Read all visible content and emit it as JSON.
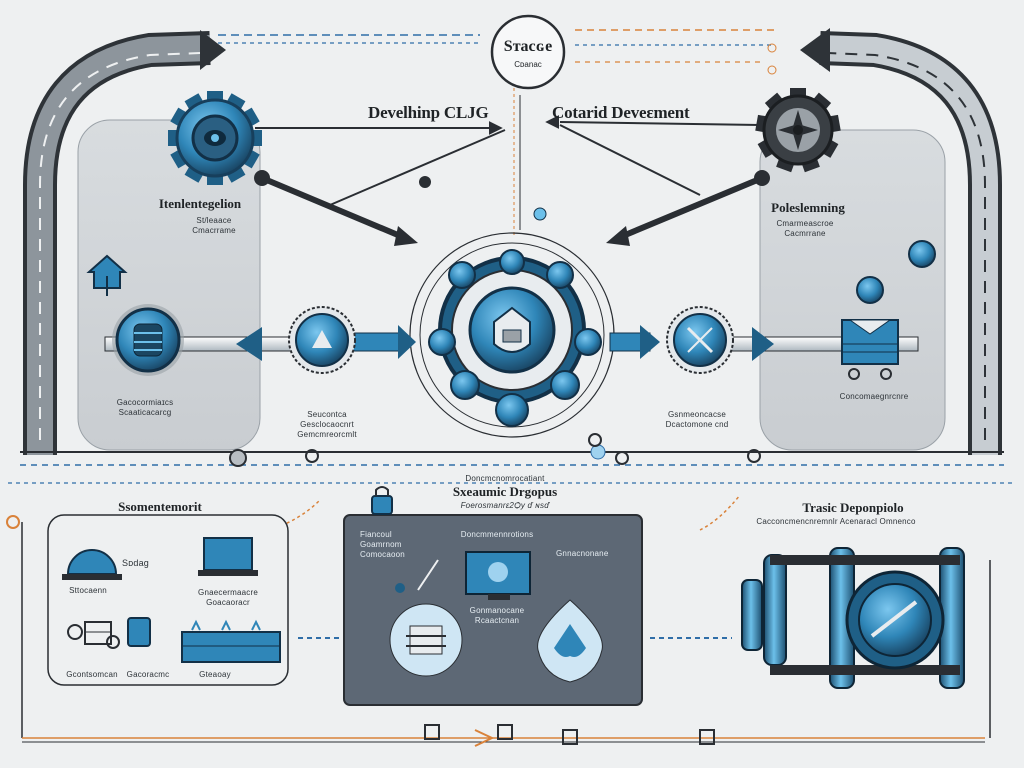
{
  "top": {
    "hub_title": "Sᴛacɢe",
    "hub_subtitle": "Cᴅanac",
    "left_heading": "Develhinp CLJG",
    "right_heading": "Cotarid Deveɛment"
  },
  "left_panel": {
    "title": "Itenlentegelion",
    "sub1": "St/leaace",
    "sub2": "Cmacrrame",
    "caption1": "Gacocormiaɪcs",
    "caption2": "Scaaticacarcg"
  },
  "right_panel": {
    "title": "Poleslemning",
    "sub1": "Cmarmeascroe",
    "sub2": "Cacmrrane",
    "caption": "Concomaegnrcnre"
  },
  "center": {
    "left_node_caption1": "Seucontca",
    "left_node_caption2": "Gesclocaocnrt",
    "left_node_caption3": "Gemcmreorcmlt",
    "right_node_caption1": "Gsnmeoncacse",
    "right_node_caption2": "Dcactomone cnd",
    "deploy_title": "Sxeaumic Drgopus",
    "deploy_top": "Doncmcnomrocatiant",
    "deploy_sub": "Foerosmanrɛ2Ѻy ď ɴsď"
  },
  "bottom_left": {
    "title": "Ssomentemorit",
    "stage": "Sᴅdag",
    "item1": "Sttocaenn",
    "item2": "Gnaecermaacre",
    "item3": "Goacaoracr",
    "item4": "Gcontsomcan",
    "item5": "Gacoracmc",
    "item6": "Gteaoay"
  },
  "bottom_center": {
    "left_label1": "Fiancoul",
    "left_label2": "Goamrnom",
    "left_label3": "Comocaoon",
    "top_label": "Doncmmennrotions",
    "right_label": "Gnnacnonane",
    "mid_label1": "Gonmanocane",
    "mid_label2": "Rcaactcnan"
  },
  "bottom_right": {
    "title": "Trasic Deponpiolo",
    "subtitle": "Cacconcmencnremnlr Acenaracl Omnenco"
  },
  "colors": {
    "background": "#eef0f1",
    "accent": "#2f86b8",
    "accent_dark": "#1f5f86",
    "dark": "#2a2e33",
    "panel": "#5d6875",
    "orange_dash": "#d9823a",
    "blue_dash": "#2f6ea8"
  }
}
